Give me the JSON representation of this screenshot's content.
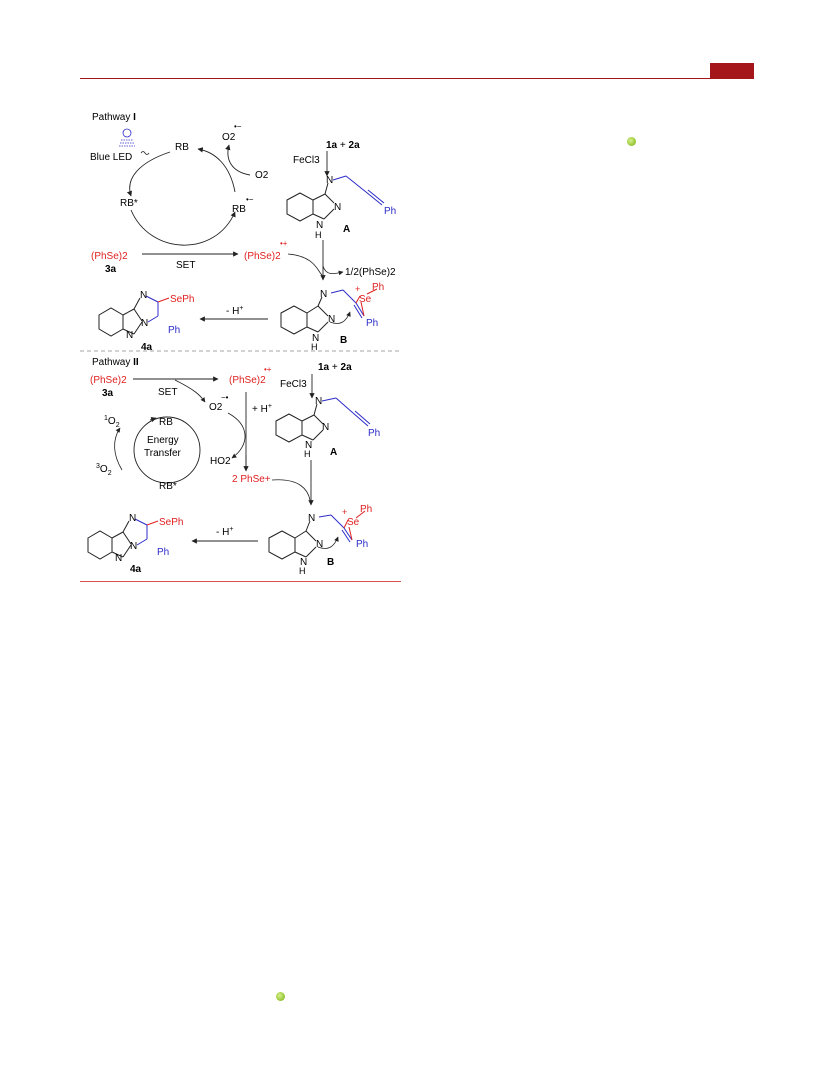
{
  "colors": {
    "accent": "#a4161a",
    "red": "#e02020",
    "blue": "#2c2cc8",
    "rule": "#d9534f",
    "dot": "#9ccb3b"
  },
  "icons": [
    "light-bulb-icon",
    "green-dot-icon"
  ],
  "pathway1": {
    "title_prefix": "Pathway ",
    "title_roman": "I",
    "blue_led": "Blue LED",
    "rb": "RB",
    "rb_star": "RB*",
    "rb_radical": "RB",
    "o2": "O2",
    "o2_radical": "O2",
    "reactants": "1a + 2a",
    "fecl3": "FeCl3",
    "phse2": "(PhSe)2",
    "label_3a": "3a",
    "set": "SET",
    "phse2_radical_cation": "(PhSe)2",
    "half_phse2": "1/2(PhSe)2",
    "minus_h": "- H+",
    "label_A": "A",
    "label_B": "B",
    "label_4a": "4a",
    "sephse": "SePh",
    "ph": "Ph",
    "se": "Se"
  },
  "pathway2": {
    "title_prefix": "Pathway ",
    "title_roman": "II",
    "phse2": "(PhSe)2",
    "label_3a": "3a",
    "set": "SET",
    "phse2_radical_cation": "(PhSe)2",
    "o2_radical": "O2",
    "plus_h": "+ H+",
    "ho2": "HO2",
    "two_phse": "2 PhSe+",
    "singlet_o2": "1O2",
    "triplet_o2": "3O2",
    "rb": "RB",
    "rb_star": "RB*",
    "energy": "Energy",
    "transfer": "Transfer",
    "reactants": "1a + 2a",
    "fecl3": "FeCl3",
    "minus_h": "- H+",
    "label_A": "A",
    "label_B": "B",
    "label_4a": "4a",
    "sephse": "SePh",
    "ph": "Ph",
    "se": "Se"
  }
}
